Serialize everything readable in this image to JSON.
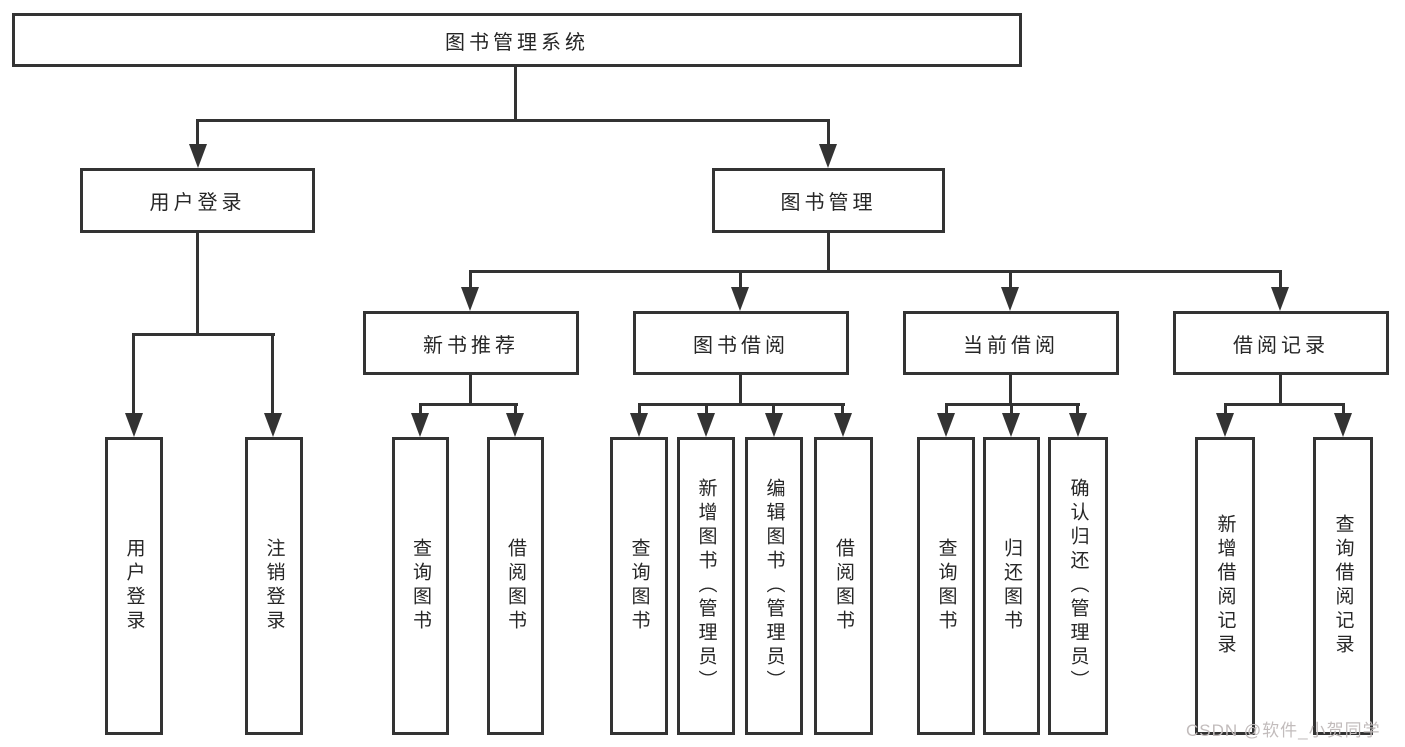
{
  "tree": {
    "root": {
      "label": "图书管理系统"
    },
    "branches": [
      {
        "label": "用户登录",
        "children": [
          {
            "label": "用户登录"
          },
          {
            "label": "注销登录"
          }
        ]
      },
      {
        "label": "图书管理",
        "children": [
          {
            "label": "新书推荐",
            "children": [
              {
                "label": "查询图书"
              },
              {
                "label": "借阅图书"
              }
            ]
          },
          {
            "label": "图书借阅",
            "children": [
              {
                "label": "查询图书"
              },
              {
                "label": "新增图书（管理员）"
              },
              {
                "label": "编辑图书（管理员）"
              },
              {
                "label": "借阅图书"
              }
            ]
          },
          {
            "label": "当前借阅",
            "children": [
              {
                "label": "查询图书"
              },
              {
                "label": "归还图书"
              },
              {
                "label": "确认归还（管理员）"
              }
            ]
          },
          {
            "label": "借阅记录",
            "children": [
              {
                "label": "新增借阅记录"
              },
              {
                "label": "查询借阅记录"
              }
            ]
          }
        ]
      }
    ]
  },
  "watermark": {
    "text": "CSDN @软件_小贺同学",
    "color": "#c2bcbc"
  },
  "colors": {
    "line": "#333333",
    "box_border": "#333333",
    "text": "#262626",
    "background": "#ffffff"
  }
}
